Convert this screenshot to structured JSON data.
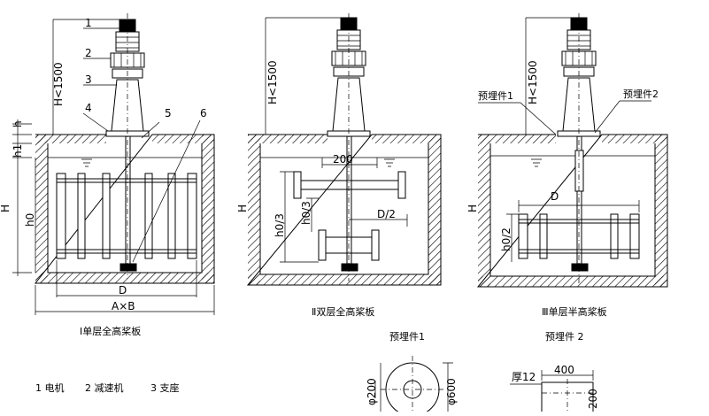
{
  "labels": {
    "dims": {
      "H_limit": "H<1500",
      "h": "h",
      "h1": "h1",
      "H": "H",
      "h0": "h0",
      "D": "D",
      "AxB": "A×B",
      "h0_3": "h0/3",
      "D_2": "D/2",
      "dim_200": "200",
      "h0_2": "h0/2",
      "phi200": "φ200",
      "phi600": "φ600",
      "dim_400": "400",
      "thickness": "厚12",
      "dim_200b": "200"
    },
    "parts": [
      "1",
      "2",
      "3",
      "4",
      "5",
      "6"
    ],
    "embed_1": "预埋件1",
    "embed_2": "预埋件2",
    "captions": {
      "view1": "Ⅰ单层全高桨板",
      "view2": "Ⅱ双层全高桨板",
      "view3": "Ⅲ单层半高桨板",
      "detail1": "预埋件1",
      "detail2": "预埋件 2"
    },
    "legend": [
      "1 电机",
      "2   减速机",
      "3   支座"
    ]
  }
}
